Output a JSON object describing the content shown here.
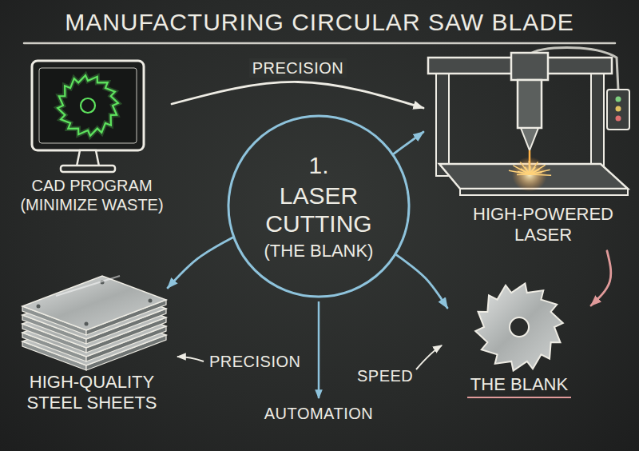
{
  "diagram": {
    "title": "MANUFACTURING CIRCULAR SAW BLADE",
    "nodes": [
      {
        "text": [
          "CAD PROGRAM (MINIMIZE WASTE)"
        ]
      },
      {
        "text": [
          "HIGH-POWERED LASER"
        ]
      },
      {
        "text": [
          "1.",
          "LASER CUTTING",
          "(THE BLANK)"
        ]
      },
      {
        "text": [
          "HIGH-QUALITY STEEL SHEETS"
        ]
      },
      {
        "text": [
          "THE BLANK"
        ]
      }
    ],
    "edges": [
      {
        "from": 0,
        "to": 1,
        "label": "PRECISION",
        "arrow": "to"
      },
      {
        "from": 2,
        "to": 1,
        "arrow": "to"
      },
      {
        "from": 2,
        "to": 3,
        "arrow": "to"
      },
      {
        "from": 2,
        "to": 4,
        "arrow": "to"
      },
      {
        "from": 1,
        "to": 4,
        "arrow": "to"
      }
    ],
    "labels": [
      "PRECISION",
      "SPEED",
      "AUTOMATION"
    ]
  }
}
